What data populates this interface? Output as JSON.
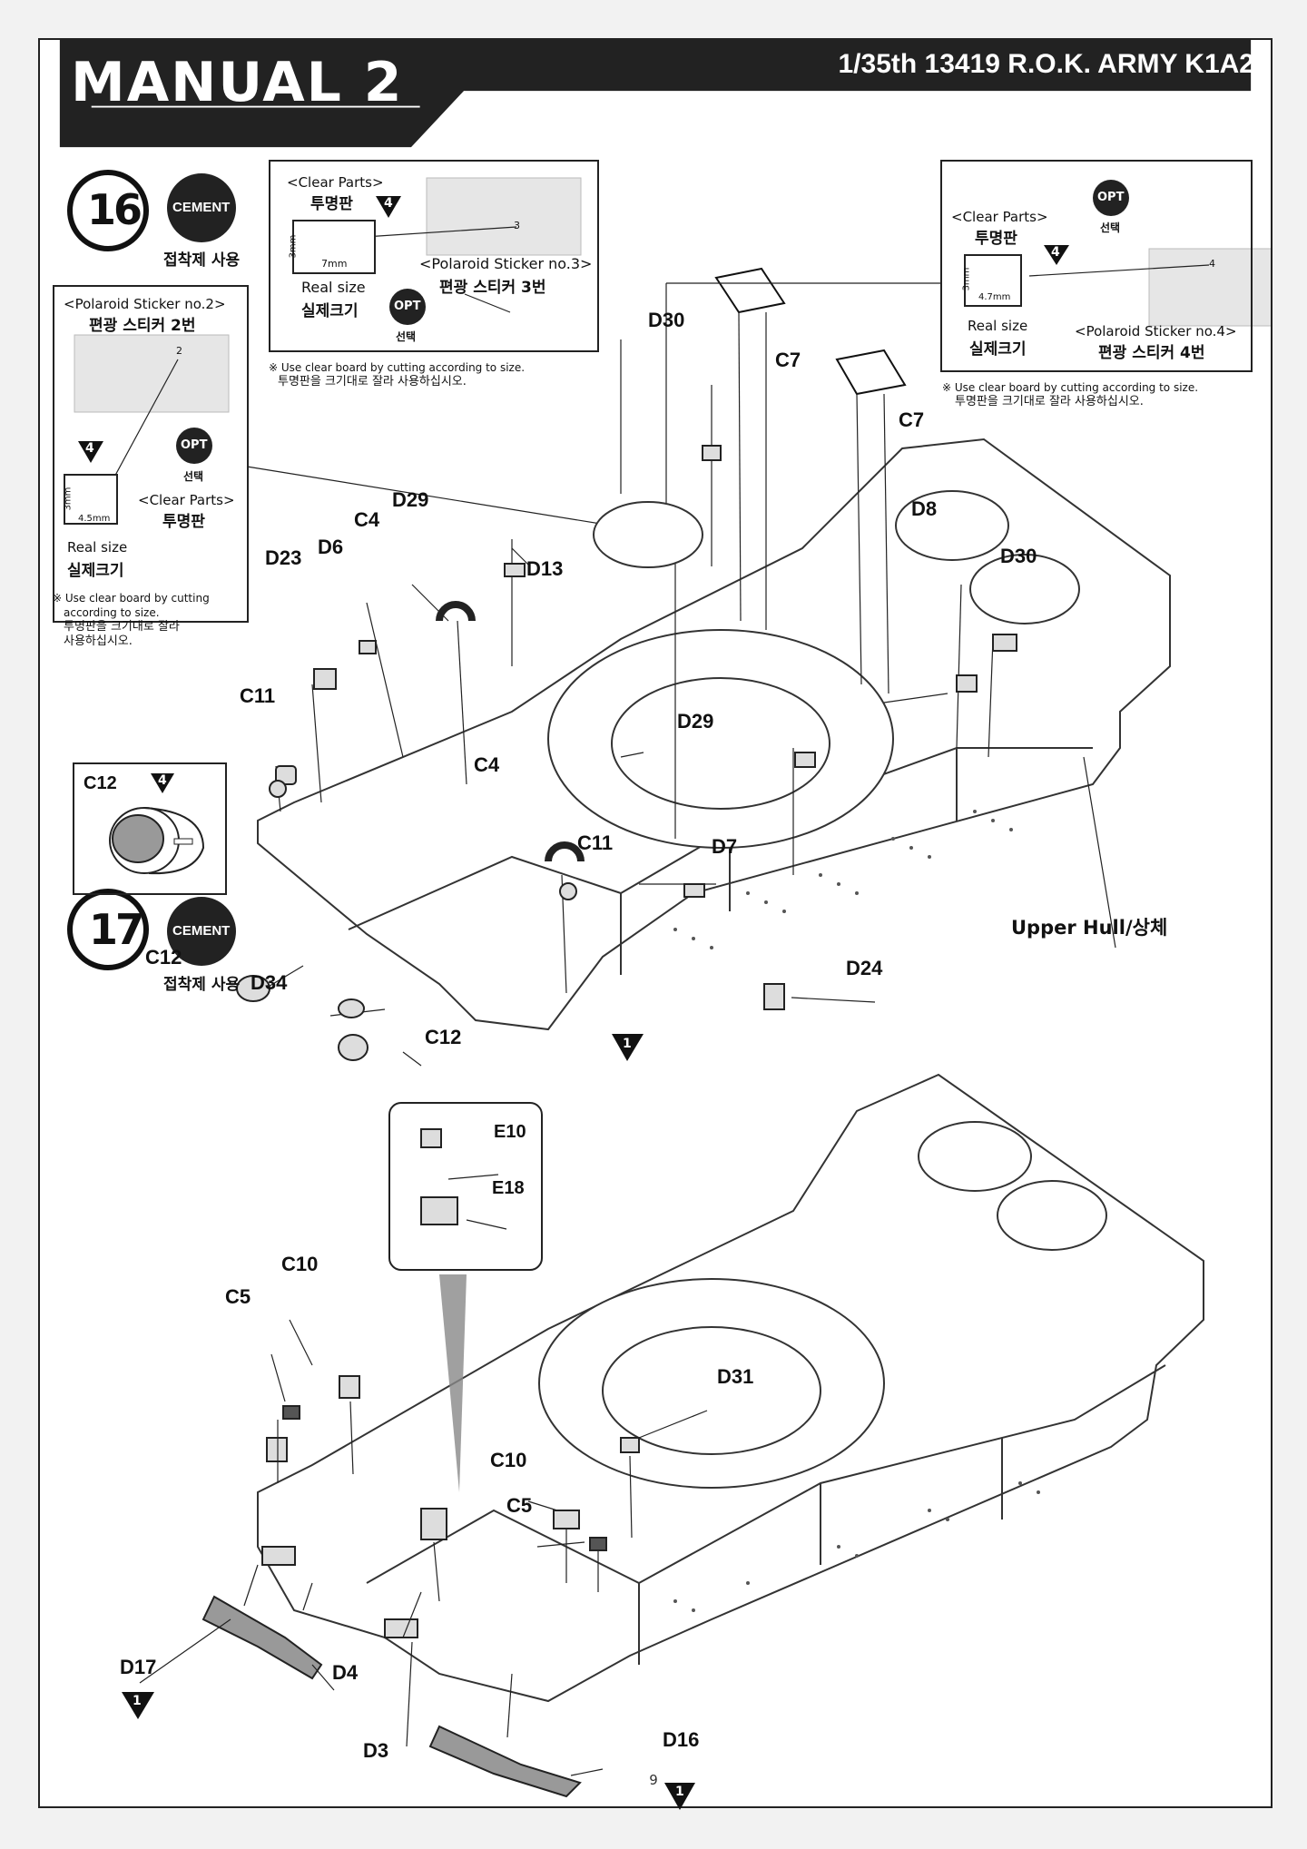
{
  "header": {
    "manual_title": "MANUAL 2",
    "kit_title": "1/35th 13419 R.O.K. ARMY  K1A2"
  },
  "step16": {
    "number": "16",
    "cement_badge": "CEMENT",
    "cement_korean": "접착제 사용",
    "box_center": {
      "clear_parts": "<Clear Parts>",
      "clear_parts_kr": "투명판",
      "tri_num": "4",
      "dim_h": "3mm",
      "dim_w": "7mm",
      "real_size": "Real size",
      "real_size_kr": "실제크기",
      "opt": "OPT",
      "opt_kr": "선택",
      "sticker": "<Polaroid Sticker no.3>",
      "sticker_kr": "편광 스티커 3번",
      "sticker_num": "3",
      "note": "※ Use clear board by cutting according to size.",
      "note_kr": "투명판을 크기대로 잘라 사용하십시오."
    },
    "box_left": {
      "sticker": "<Polaroid Sticker no.2>",
      "sticker_kr": "편광 스티커 2번",
      "sticker_num": "2",
      "tri_num": "4",
      "opt": "OPT",
      "opt_kr": "선택",
      "clear_parts": "<Clear Parts>",
      "clear_parts_kr": "투명판",
      "dim_h": "3mm",
      "dim_w": "4.5mm",
      "real_size": "Real size",
      "real_size_kr": "실제크기",
      "note1": "※ Use clear board by cutting",
      "note2": "according to size.",
      "note3": "투명판을 크기대로 잘라",
      "note4": "사용하십시오."
    },
    "box_right": {
      "opt": "OPT",
      "opt_kr": "선택",
      "clear_parts": "<Clear Parts>",
      "clear_parts_kr": "투명판",
      "tri_num": "4",
      "dim_h": "3mm",
      "dim_w": "4.7mm",
      "real_size": "Real size",
      "real_size_kr": "실제크기",
      "sticker": "<Polaroid Sticker no.4>",
      "sticker_kr": "편광 스티커 4번",
      "sticker_num": "4",
      "note": "※ Use clear board by cutting according to size.",
      "note_kr": "투명판을 크기대로 잘라 사용하십시오."
    },
    "inset_c12": {
      "label": "C12",
      "tri_num": "4"
    },
    "parts": {
      "d30a": "D30",
      "c7a": "C7",
      "c7b": "C7",
      "d29a": "D29",
      "c4a": "C4",
      "d8": "D8",
      "d30b": "D30",
      "d23": "D23",
      "d6": "D6",
      "d13": "D13",
      "c11a": "C11",
      "d29b": "D29",
      "c4b": "C4",
      "c11b": "C11",
      "d7": "D7",
      "c12a": "C12",
      "d34": "D34",
      "c12b": "C12",
      "d24": "D24",
      "upper_hull": "Upper Hull/상체"
    },
    "bottom_tri": "1"
  },
  "step17": {
    "number": "17",
    "cement_badge": "CEMENT",
    "cement_korean": "접착제 사용",
    "inset": {
      "e10": "E10",
      "e18": "E18"
    },
    "parts": {
      "c10a": "C10",
      "c5a": "C5",
      "d31": "D31",
      "c10b": "C10",
      "c5b": "C5",
      "d17": "D17",
      "d4": "D4",
      "d3": "D3",
      "d16": "D16"
    },
    "tri_d17": "1",
    "tri_d16": "1"
  },
  "page_number": "9"
}
